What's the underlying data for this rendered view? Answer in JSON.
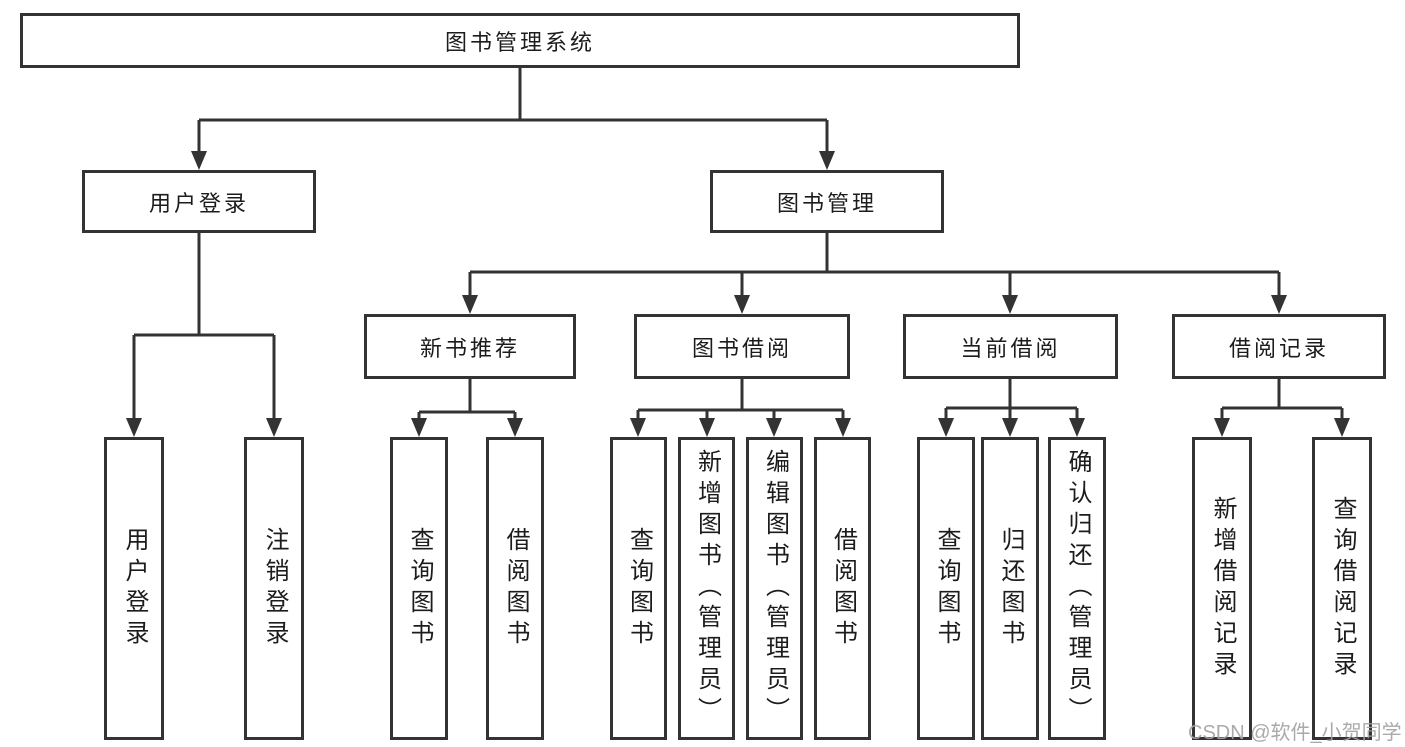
{
  "diagram": {
    "title": "图书管理系统",
    "branches": [
      {
        "label": "用户登录",
        "children": [
          {
            "label": "用户登录"
          },
          {
            "label": "注销登录"
          }
        ]
      },
      {
        "label": "图书管理",
        "children": [
          {
            "label": "新书推荐",
            "children": [
              {
                "label": "查询图书"
              },
              {
                "label": "借阅图书"
              }
            ]
          },
          {
            "label": "图书借阅",
            "children": [
              {
                "label": "查询图书"
              },
              {
                "label": "新增图书（管理员）"
              },
              {
                "label": "编辑图书（管理员）"
              },
              {
                "label": "借阅图书"
              }
            ]
          },
          {
            "label": "当前借阅",
            "children": [
              {
                "label": "查询图书"
              },
              {
                "label": "归还图书"
              },
              {
                "label": "确认归还（管理员）"
              }
            ]
          },
          {
            "label": "借阅记录",
            "children": [
              {
                "label": "新增借阅记录"
              },
              {
                "label": "查询借阅记录"
              }
            ]
          }
        ]
      }
    ]
  },
  "watermark": "CSDN @软件_小贺同学",
  "colors": {
    "line": "#333333",
    "text": "#1c1c1c",
    "watermark": "#a3a3a3",
    "background": "#ffffff"
  }
}
